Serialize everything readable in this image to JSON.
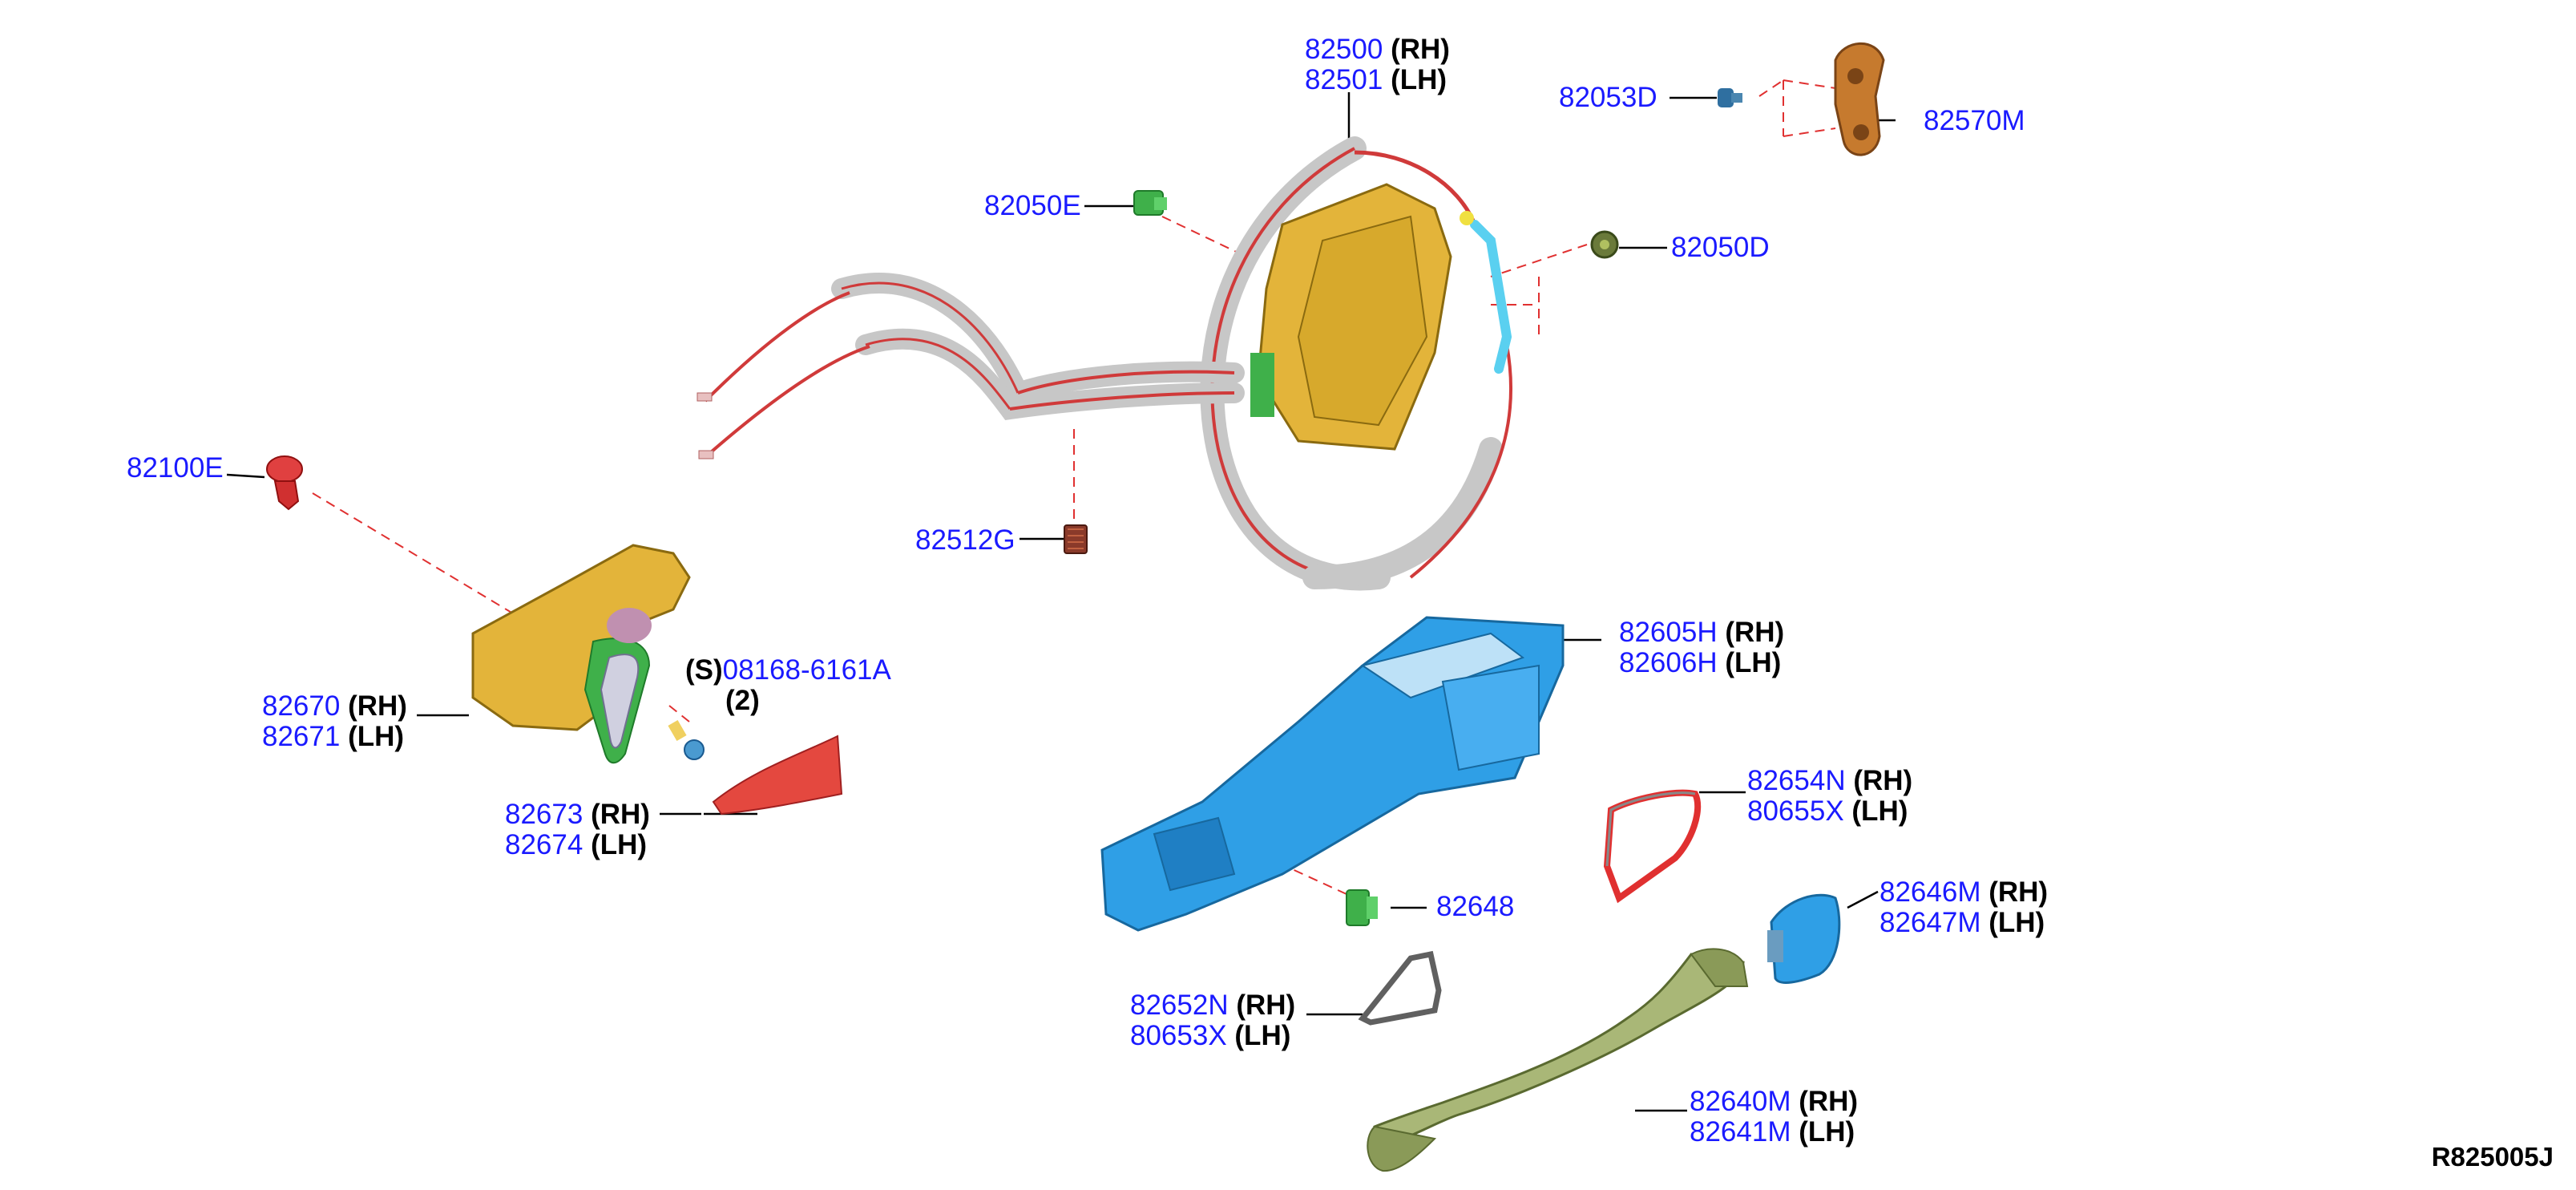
{
  "colors": {
    "part_number": "#1a1aff",
    "qualifier": "#000000",
    "leader_line": "#000000",
    "dashed_line": "#e03030",
    "cable": "#d03a3a",
    "cable_sheath": "#c7c7c7",
    "lock_body": "#e3b43a",
    "outer_frame": "#2f9fe6",
    "handle": "#a9b777",
    "bracket_bronze": "#c67a2e",
    "cap_blue": "#2f9fe6",
    "handle_escutcheon": "#e4483f",
    "clip_green": "#3fb04a"
  },
  "callouts": [
    {
      "id": "82500",
      "lines": [
        {
          "pn": "82500",
          "q": "(RH)"
        },
        {
          "pn": "82501",
          "q": "(LH)"
        }
      ]
    },
    {
      "id": "82053D",
      "lines": [
        {
          "pn": "82053D",
          "q": ""
        }
      ]
    },
    {
      "id": "82570M",
      "lines": [
        {
          "pn": "82570M",
          "q": ""
        }
      ]
    },
    {
      "id": "82050E",
      "lines": [
        {
          "pn": "82050E",
          "q": ""
        }
      ]
    },
    {
      "id": "82050D",
      "lines": [
        {
          "pn": "82050D",
          "q": ""
        }
      ]
    },
    {
      "id": "82100E",
      "lines": [
        {
          "pn": "82100E",
          "q": ""
        }
      ]
    },
    {
      "id": "82512G",
      "lines": [
        {
          "pn": "82512G",
          "q": ""
        }
      ]
    },
    {
      "id": "82605H",
      "lines": [
        {
          "pn": "82605H",
          "q": "(RH)"
        },
        {
          "pn": "82606H",
          "q": "(LH)"
        }
      ]
    },
    {
      "id": "08168",
      "lines": [
        {
          "pre": "(S)",
          "pn": "08168-6161A",
          "q": ""
        },
        {
          "pn": "",
          "q": "(2)"
        }
      ]
    },
    {
      "id": "82670",
      "lines": [
        {
          "pn": "82670",
          "q": "(RH)"
        },
        {
          "pn": "82671",
          "q": "(LH)"
        }
      ]
    },
    {
      "id": "82654N",
      "lines": [
        {
          "pn": "82654N",
          "q": "(RH)"
        },
        {
          "pn": "80655X",
          "q": "(LH)"
        }
      ]
    },
    {
      "id": "82673",
      "lines": [
        {
          "pn": "82673",
          "q": "(RH)"
        },
        {
          "pn": "82674",
          "q": "(LH)"
        }
      ]
    },
    {
      "id": "82646M",
      "lines": [
        {
          "pn": "82646M",
          "q": "(RH)"
        },
        {
          "pn": "82647M",
          "q": "(LH)"
        }
      ]
    },
    {
      "id": "82648",
      "lines": [
        {
          "pn": "82648",
          "q": ""
        }
      ]
    },
    {
      "id": "82652N",
      "lines": [
        {
          "pn": "82652N",
          "q": "(RH)"
        },
        {
          "pn": "80653X",
          "q": "(LH)"
        }
      ]
    },
    {
      "id": "82640M",
      "lines": [
        {
          "pn": "82640M",
          "q": "(RH)"
        },
        {
          "pn": "82641M",
          "q": "(LH)"
        }
      ]
    }
  ],
  "reference_code": "R825005J"
}
